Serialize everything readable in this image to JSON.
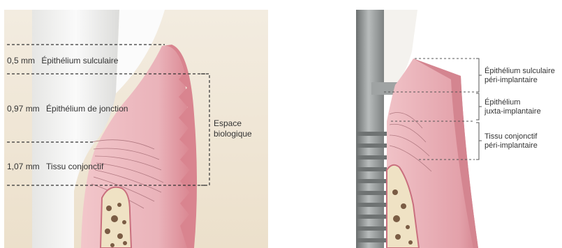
{
  "left_panel": {
    "measures": [
      {
        "value": "0,5 mm",
        "label": "Épithélium sulculaire"
      },
      {
        "value": "0,97 mm",
        "label": "Épithélium de jonction"
      },
      {
        "value": "1,07 mm",
        "label": "Tissu conjonctif"
      }
    ],
    "bracket_label": {
      "line1": "Espace",
      "line2": "biologique"
    }
  },
  "right_panel": {
    "labels": [
      {
        "line1": "Épithélium sulculaire",
        "line2": "péri-implantaire"
      },
      {
        "line1": "Épithélium",
        "line2": "juxta-implantaire"
      },
      {
        "line1": "Tissu conjonctif",
        "line2": "péri-implantaire"
      }
    ]
  },
  "colors": {
    "background_left": "#efe6d6",
    "gingiva": "#eab5bb",
    "gingiva_edge": "#d9848f",
    "bone": "#efe2c4",
    "tooth": "#f4f4f2",
    "implant": "#8e9292",
    "text": "#333333"
  }
}
